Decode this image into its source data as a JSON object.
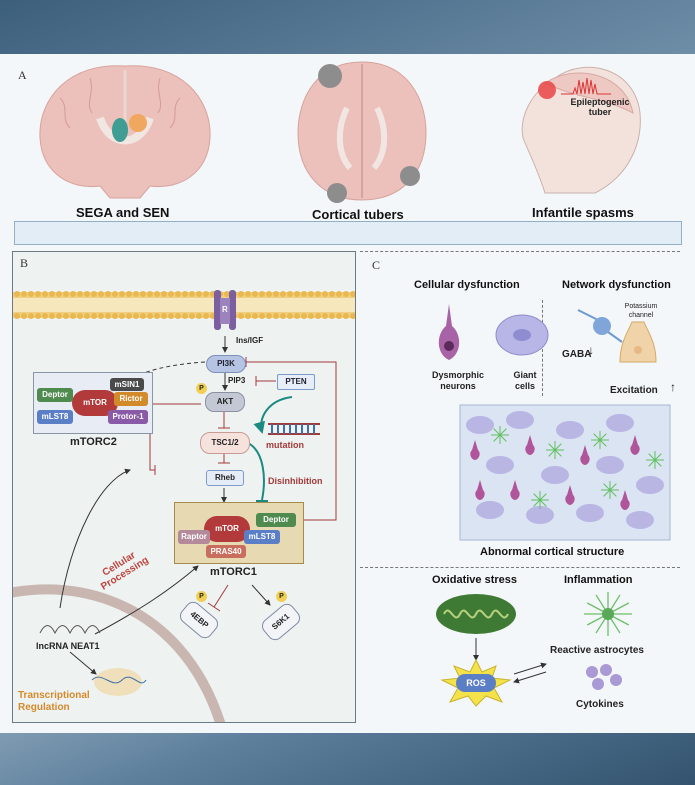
{
  "panel_labels": {
    "a": "A",
    "b": "B",
    "c": "C"
  },
  "panel_a": {
    "captions": [
      "SEGA and SEN",
      "Cortical tubers",
      "Infantile spasms"
    ],
    "tuber_label": "Epileptogenic tuber"
  },
  "panel_b": {
    "receptor": "R",
    "ligand": "Ins/IGF",
    "pi3k": "PI3K",
    "pip3": "PIP3",
    "pten": "PTEN",
    "phospho": "P",
    "akt": "AKT",
    "tsc": "TSC1/2",
    "mutation": "mutation",
    "rheb": "Rheb",
    "disinhibition": "Disinhibition",
    "mtorc2": {
      "title": "mTORC2",
      "mtor": "mTOR",
      "deptor": "Deptor",
      "msin1": "mSIN1",
      "rictor": "Rictor",
      "mlst8": "mLST8",
      "protor": "Protor-1"
    },
    "mtorc1": {
      "title": "mTORC1",
      "mtor": "mTOR",
      "deptor": "Deptor",
      "raptor": "Raptor",
      "mlst8": "mLST8",
      "pras40": "PRAS40"
    },
    "ebp": "4EBP",
    "s6k1": "S6K1",
    "cellular_processing": "Cellular Processing",
    "lncrna": "lncRNA NEAT1",
    "transcriptional_regulation": "Transcriptional Regulation"
  },
  "panel_c": {
    "cellular_dysfunction": "Cellular dysfunction",
    "network_dysfunction": "Network dysfunction",
    "dysmorphic": "Dysmorphic neurons",
    "giant": "Giant cells",
    "potassium": "Potassium channel",
    "gaba": "GABA",
    "excitation": "Excitation",
    "abnormal": "Abnormal cortical structure",
    "oxidative": "Oxidative stress",
    "inflammation": "Inflammation",
    "reactive": "Reactive astrocytes",
    "ros": "ROS",
    "cytokines": "Cytokines"
  },
  "colors": {
    "mtor": "#b23a3a",
    "deptor": "#4f8a4f",
    "msin1": "#3c6e9c",
    "rictor": "#d38a2a",
    "mlst8": "#5b7fc7",
    "protor": "#8a5aa8",
    "inhibit": "#a33a3a",
    "teal": "#1c8a80"
  }
}
